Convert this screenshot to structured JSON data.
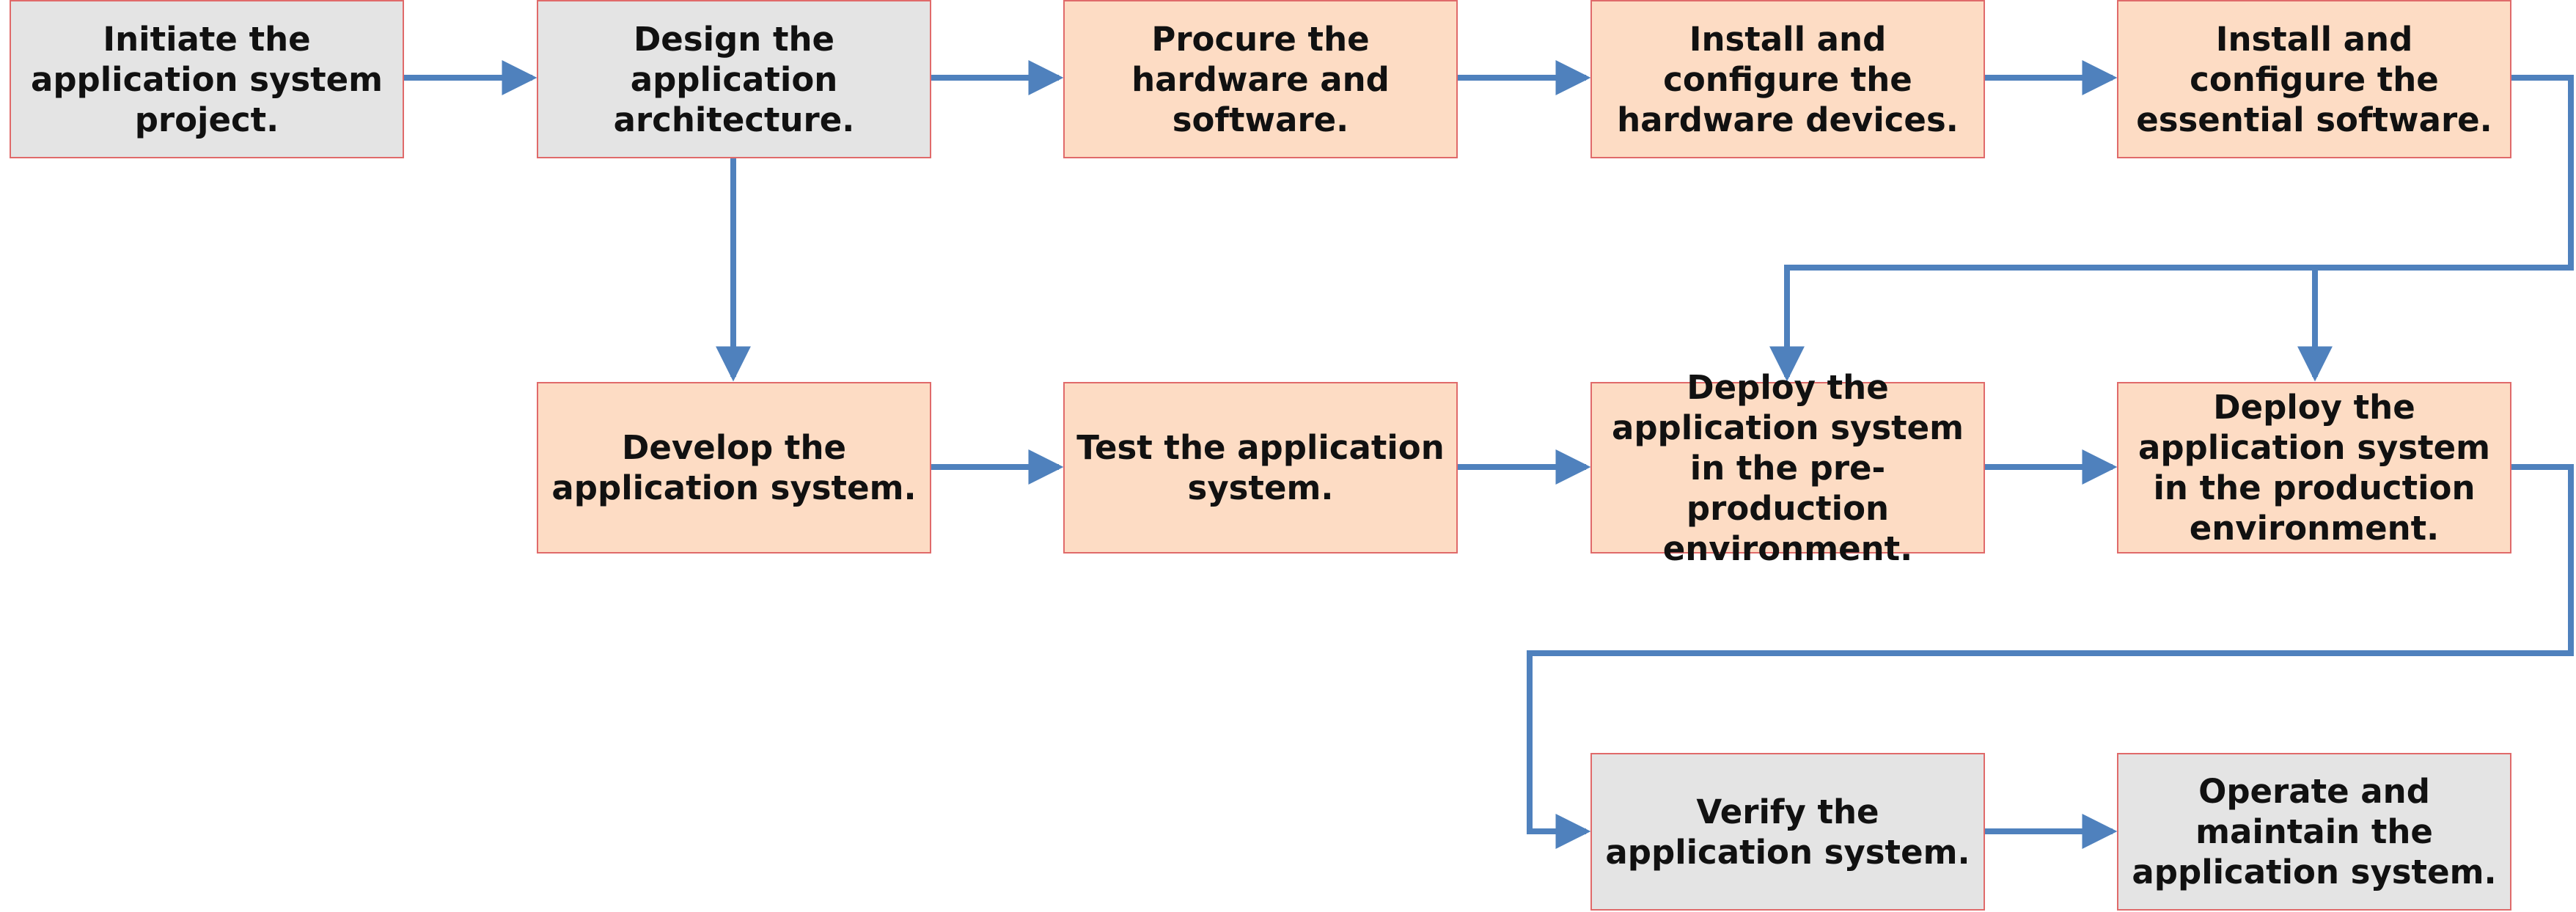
{
  "diagram": {
    "connector_color": "#4f81bd",
    "node_border_color": "#e06a6a",
    "node_colors": {
      "gray": "#e4e4e4",
      "peach": "#fddcc4"
    },
    "nodes": [
      {
        "id": "initiate",
        "label": "Initiate the application system project.",
        "fill": "gray"
      },
      {
        "id": "design",
        "label": "Design the application architecture.",
        "fill": "gray"
      },
      {
        "id": "procure",
        "label": "Procure the hardware and software.",
        "fill": "peach"
      },
      {
        "id": "install-hardware",
        "label": "Install and configure the hardware devices.",
        "fill": "peach"
      },
      {
        "id": "install-software",
        "label": "Install and configure the essential software.",
        "fill": "peach"
      },
      {
        "id": "develop",
        "label": "Develop the application system.",
        "fill": "peach"
      },
      {
        "id": "test",
        "label": "Test the application system.",
        "fill": "peach"
      },
      {
        "id": "deploy-preproduction",
        "label": "Deploy the application system in the pre-production environment.",
        "fill": "peach"
      },
      {
        "id": "deploy-production",
        "label": "Deploy the application system in the production environment.",
        "fill": "peach"
      },
      {
        "id": "verify",
        "label": "Verify the application system.",
        "fill": "gray"
      },
      {
        "id": "operate",
        "label": "Operate and maintain the application system.",
        "fill": "gray"
      }
    ],
    "edges": [
      {
        "from": "initiate",
        "to": "design"
      },
      {
        "from": "design",
        "to": "procure"
      },
      {
        "from": "procure",
        "to": "install-hardware"
      },
      {
        "from": "install-hardware",
        "to": "install-software"
      },
      {
        "from": "design",
        "to": "develop"
      },
      {
        "from": "install-software",
        "to": "deploy-preproduction"
      },
      {
        "from": "install-software",
        "to": "deploy-production"
      },
      {
        "from": "develop",
        "to": "test"
      },
      {
        "from": "test",
        "to": "deploy-preproduction"
      },
      {
        "from": "deploy-preproduction",
        "to": "deploy-production"
      },
      {
        "from": "deploy-production",
        "to": "verify"
      },
      {
        "from": "verify",
        "to": "operate"
      }
    ]
  }
}
